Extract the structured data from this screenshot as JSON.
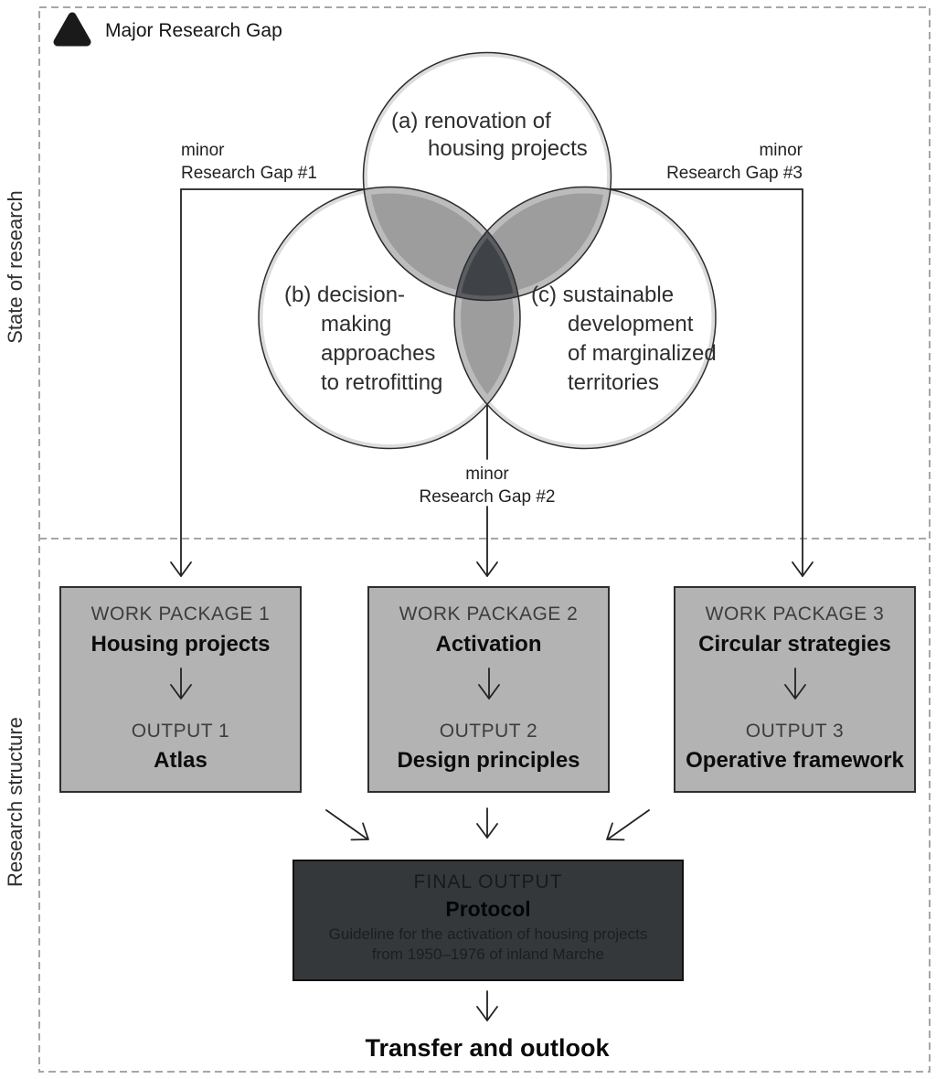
{
  "legend": {
    "label": "Major Research Gap",
    "marker": "rounded-triangle"
  },
  "sections": {
    "top_label": "State of research",
    "bottom_label": "Research structure"
  },
  "venn": {
    "circle_a": "(a) renovation of\nhousing projects",
    "circle_b": "(b) decision-\nmaking\napproaches\nto retrofitting",
    "circle_c": "(c) sustainable\ndevelopment\nof marginalized\nterritories"
  },
  "gaps": {
    "gap1": "minor\nResearch Gap #1",
    "gap2": "minor\nResearch Gap #2",
    "gap3": "minor\nResearch Gap #3"
  },
  "work_packages": [
    {
      "header": "WORK PACKAGE 1",
      "title": "Housing projects",
      "output_header": "OUTPUT 1",
      "output_title": "Atlas"
    },
    {
      "header": "WORK PACKAGE 2",
      "title": "Activation",
      "output_header": "OUTPUT 2",
      "output_title": "Design principles"
    },
    {
      "header": "WORK PACKAGE 3",
      "title": "Circular strategies",
      "output_header": "OUTPUT 3",
      "output_title": "Operative framework"
    }
  ],
  "final_output": {
    "header": "FINAL OUTPUT",
    "title": "Protocol",
    "subtitle": "Guideline for the activation of housing projects\nfrom 1950–1976 of inland Marche"
  },
  "footer": {
    "label": "Transfer and outlook"
  },
  "colors": {
    "line_dark": "#222222",
    "dashed_gray": "#a6a6a6",
    "box_fill": "#b3b3b3",
    "box_border": "#2e2e2e",
    "final_fill": "#35383a",
    "final_border": "#111111",
    "lens_gray": "#9d9d9d",
    "lens_rim": "#bcbcbc",
    "circle_rim": "#dcdcdc",
    "triple_fill": "#3f4347",
    "triple_rim": "#5a5e62",
    "arc_dark": "#2c2c2c",
    "text_dark": "#1a1a1a",
    "text_mid": "#3d3d3d",
    "final_text": "#17191b"
  }
}
